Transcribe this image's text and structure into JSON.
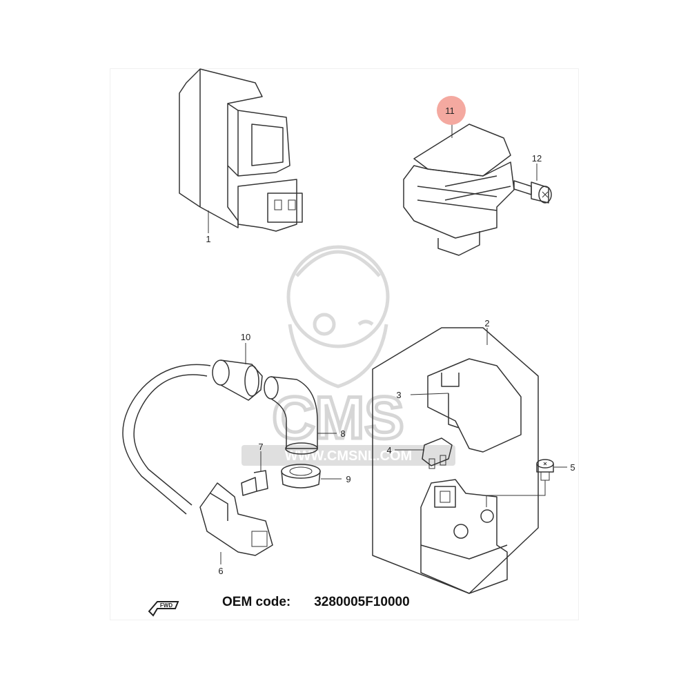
{
  "callouts": {
    "p1": "1",
    "p2": "2",
    "p3": "3",
    "p4": "4",
    "p5": "5",
    "p6": "6",
    "p7": "7",
    "p8": "8",
    "p9": "9",
    "p10": "10",
    "p11": "11",
    "p12": "12"
  },
  "highlighted_part": "11",
  "watermark": {
    "text": "CMS",
    "url": "WWW.CMSNL.COM"
  },
  "fwd_label": "FWD",
  "oem": {
    "label": "OEM code:",
    "code": "3280005F10000"
  },
  "colors": {
    "highlight": "#f4a9a0",
    "line": "#333333",
    "watermark": "#d8d8d8"
  }
}
